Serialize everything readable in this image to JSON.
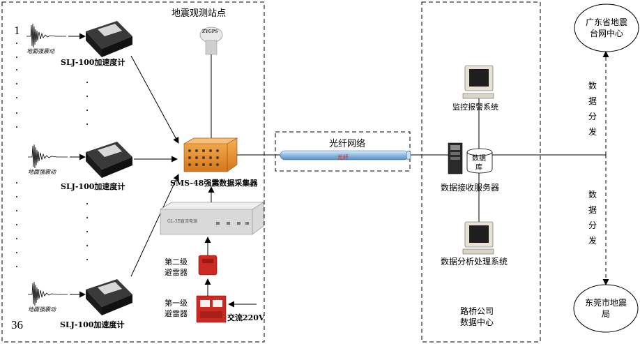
{
  "site": {
    "title": "地震观测站点",
    "sensor_top_num": "1",
    "sensor_bottom_num": "36",
    "waveform_label": "地面强震动",
    "sensor_label": "SLJ-100加速度计",
    "collector_label": "SMS-48强震数据采集器",
    "gps_tag": "ZYGPS",
    "power_panel_text": "GL-3B直流电源",
    "arrester2_label": "第二级\n避雷器",
    "arrester1_label": "第一级\n避雷器",
    "ac_label": "交流220V"
  },
  "network": {
    "label": "光纤网络",
    "fiber_tag": "光纤"
  },
  "center": {
    "monitor_label": "监控报警系统",
    "db_label": "数据\n库",
    "server_label": "数据接收服务器",
    "analysis_label": "数据分析处理系统",
    "title": "路桥公司\n数据中心"
  },
  "distribution": {
    "top_label": "数\n据\n分\n发",
    "bottom_label": "数\n据\n分\n发"
  },
  "targets": {
    "guangdong": "广东省地震\n台网中心",
    "dongguan": "东莞市地震\n局"
  },
  "colors": {
    "collector": "#e8891a",
    "arrester": "#cc2a1e",
    "fiber_pipe": "#9ec4e6",
    "fiber_tag": "#d22020"
  }
}
